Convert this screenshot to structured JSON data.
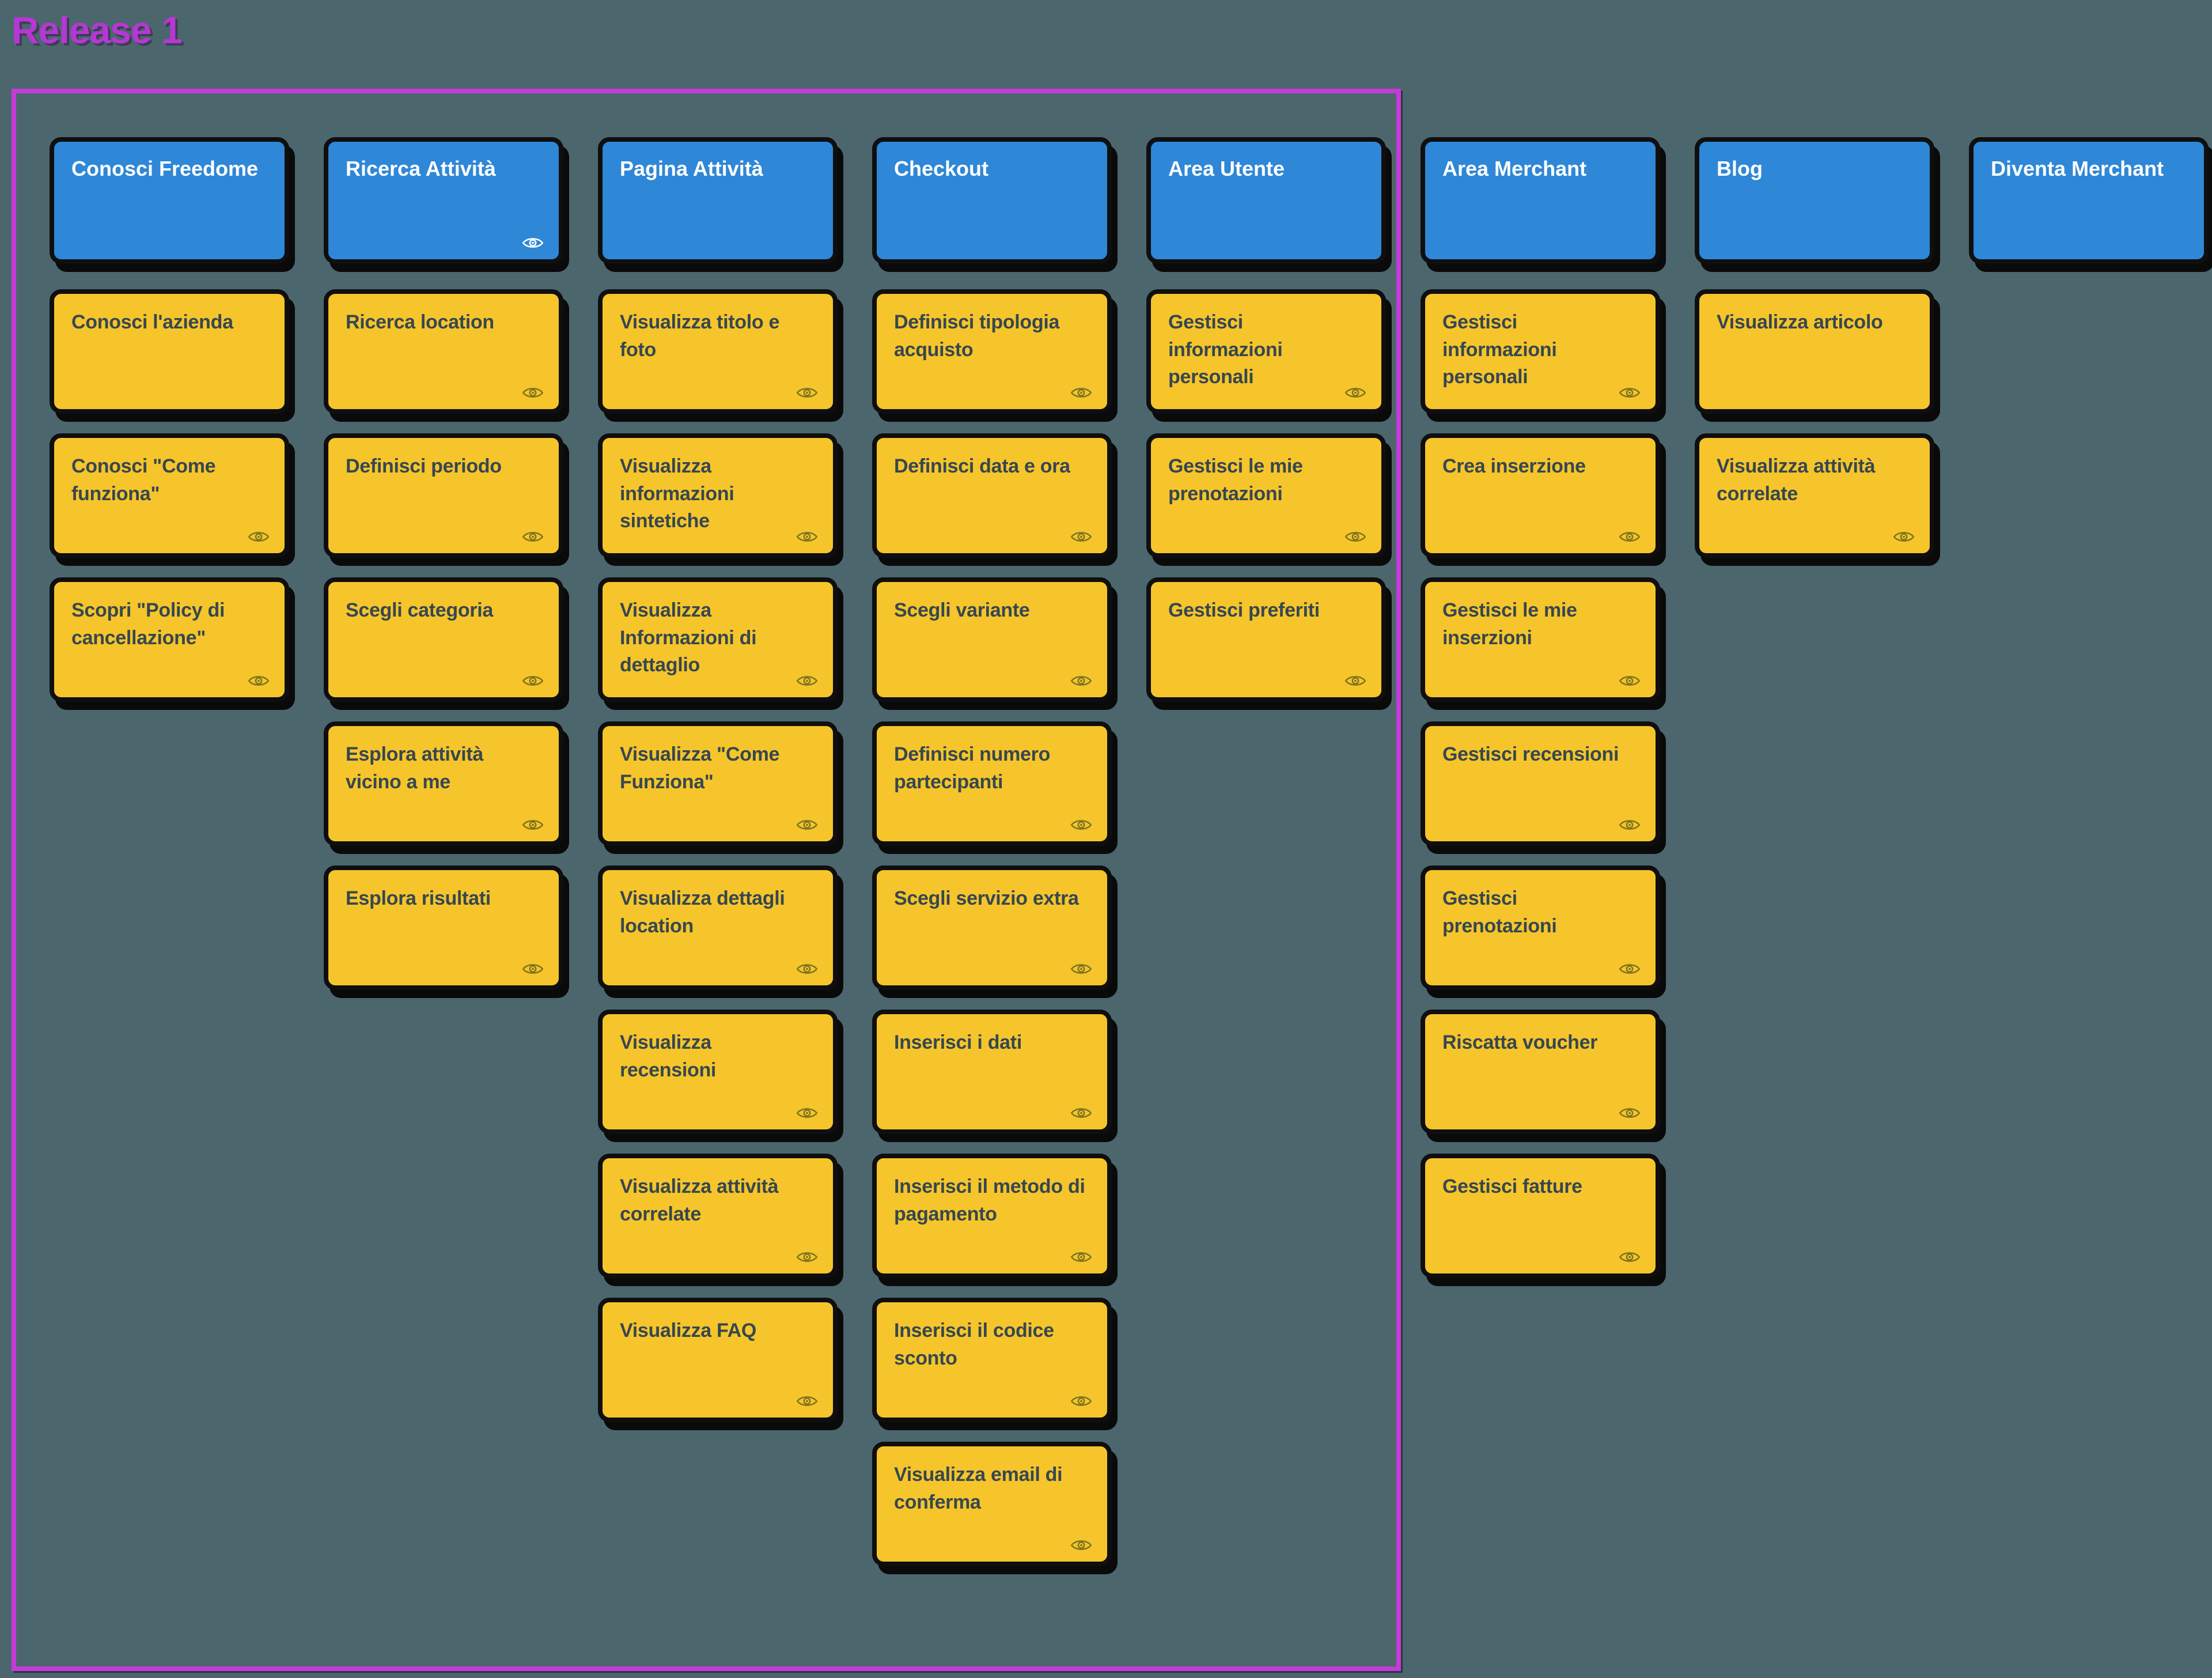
{
  "title": "Release 1",
  "colors": {
    "background": "#4c666e",
    "header_card": "#2e87d7",
    "story_card": "#f6c52b",
    "release_border": "#c53ad8",
    "title_color": "#b637d3",
    "card_text": "#36474f",
    "header_text": "#ffffff",
    "eye_icon_on_story": "#7f751f",
    "eye_icon_on_header": "#ffffff",
    "card_border": "#0f0f0f"
  },
  "columns": [
    {
      "header": {
        "label": "Conosci Freedome",
        "eye": false
      },
      "in_release_frame": true,
      "cards": [
        {
          "label": "Conosci l'azienda",
          "eye": false
        },
        {
          "label": "Conosci \"Come funziona\"",
          "eye": true
        },
        {
          "label": "Scopri \"Policy di cancellazione\"",
          "eye": true
        }
      ]
    },
    {
      "header": {
        "label": "Ricerca Attività",
        "eye": true
      },
      "in_release_frame": true,
      "cards": [
        {
          "label": "Ricerca location",
          "eye": true
        },
        {
          "label": "Definisci periodo",
          "eye": true
        },
        {
          "label": "Scegli categoria",
          "eye": true
        },
        {
          "label": "Esplora attività vicino a me",
          "eye": true
        },
        {
          "label": "Esplora risultati",
          "eye": true
        }
      ]
    },
    {
      "header": {
        "label": "Pagina Attività",
        "eye": false
      },
      "in_release_frame": true,
      "cards": [
        {
          "label": "Visualizza titolo e foto",
          "eye": true
        },
        {
          "label": "Visualizza informazioni sintetiche",
          "eye": true
        },
        {
          "label": "Visualizza Informazioni di dettaglio",
          "eye": true
        },
        {
          "label": "Visualizza \"Come Funziona\"",
          "eye": true
        },
        {
          "label": "Visualizza dettagli location",
          "eye": true
        },
        {
          "label": "Visualizza recensioni",
          "eye": true
        },
        {
          "label": "Visualizza attività correlate",
          "eye": true
        },
        {
          "label": "Visualizza FAQ",
          "eye": true
        }
      ]
    },
    {
      "header": {
        "label": "Checkout",
        "eye": false
      },
      "in_release_frame": true,
      "cards": [
        {
          "label": "Definisci tipologia acquisto",
          "eye": true
        },
        {
          "label": "Definisci data e ora",
          "eye": true
        },
        {
          "label": "Scegli variante",
          "eye": true
        },
        {
          "label": "Definisci numero partecipanti",
          "eye": true
        },
        {
          "label": "Scegli servizio extra",
          "eye": true
        },
        {
          "label": "Inserisci i dati",
          "eye": true
        },
        {
          "label": "Inserisci il metodo di pagamento",
          "eye": true
        },
        {
          "label": "Inserisci il codice sconto",
          "eye": true
        },
        {
          "label": "Visualizza email di conferma",
          "eye": true
        }
      ]
    },
    {
      "header": {
        "label": "Area Utente",
        "eye": false
      },
      "in_release_frame": true,
      "cards": [
        {
          "label": "Gestisci informazioni personali",
          "eye": true
        },
        {
          "label": "Gestisci le mie prenotazioni",
          "eye": true
        },
        {
          "label": "Gestisci preferiti",
          "eye": true
        }
      ]
    },
    {
      "header": {
        "label": "Area Merchant",
        "eye": false
      },
      "in_release_frame": false,
      "cards": [
        {
          "label": "Gestisci informazioni personali",
          "eye": true
        },
        {
          "label": "Crea inserzione",
          "eye": true
        },
        {
          "label": "Gestisci le mie inserzioni",
          "eye": true
        },
        {
          "label": "Gestisci recensioni",
          "eye": true
        },
        {
          "label": "Gestisci prenotazioni",
          "eye": true
        },
        {
          "label": "Riscatta voucher",
          "eye": true
        },
        {
          "label": "Gestisci fatture",
          "eye": true
        }
      ]
    },
    {
      "header": {
        "label": "Blog",
        "eye": false
      },
      "in_release_frame": false,
      "cards": [
        {
          "label": "Visualizza articolo",
          "eye": false
        },
        {
          "label": "Visualizza attività correlate",
          "eye": true
        }
      ]
    },
    {
      "header": {
        "label": "Diventa Merchant",
        "eye": false
      },
      "in_release_frame": false,
      "cards": []
    }
  ]
}
